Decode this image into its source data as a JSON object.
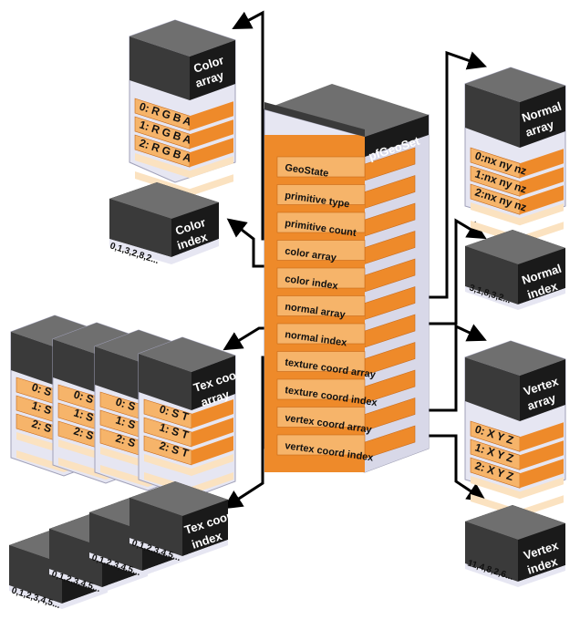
{
  "colors": {
    "orange": "#ee8a2a",
    "orange_light": "#f6b46a",
    "orange_pale": "#fbe2c0",
    "top_gray": "#6f6f6f",
    "top_dark": "#3a3a3a",
    "side_black": "#1a1a1a",
    "glass": "#e6e6f2",
    "glass_dark": "#c9c9dc",
    "wire": "#000000"
  },
  "pfgeoset": {
    "title": "pfGeoSet",
    "fields": [
      "GeoState",
      "primitive type",
      "primitive count",
      "color array",
      "color index",
      "normal array",
      "normal index",
      "texture coord array",
      "texture coord index",
      "vertex coord array",
      "vertex coord index"
    ]
  },
  "color_array": {
    "title_line1": "Color",
    "title_line2": "array",
    "rows": [
      "0: R G B A",
      "1: R G B A",
      "2: R G B A"
    ]
  },
  "color_index": {
    "title_line1": "Color",
    "title_line2": "index",
    "values": "0,1,3,2,8,2..."
  },
  "normal_array": {
    "title_line1": "Normal",
    "title_line2": "array",
    "rows": [
      "0:nx ny nz",
      "1:nx ny nz",
      "2:nx ny nz"
    ]
  },
  "normal_index": {
    "title_line1": "Normal",
    "title_line2": "index",
    "values": "3,1,8,3,2..."
  },
  "vertex_array": {
    "title_line1": "Vertex",
    "title_line2": "array",
    "rows": [
      "0: X Y Z",
      "1: X Y Z",
      "2: X Y Z"
    ]
  },
  "vertex_index": {
    "title_line1": "Vertex",
    "title_line2": "index",
    "values": "11,4,8,2,6..."
  },
  "tex_coord_array": {
    "title_line1": "Tex coord",
    "title_line2": "array",
    "rows_front": [
      "0: S T",
      "1: S T",
      "2: S T"
    ],
    "rows_mid": [
      "0: S T",
      "1: S T",
      "2: S T"
    ],
    "rows_back": [
      "0: S",
      "1: S",
      "2: S"
    ]
  },
  "tex_coord_index": {
    "title_line1": "Tex coord",
    "title_line2": "index",
    "values_front": "0,1,2,3,4,5...",
    "values_stack": [
      "0,1,2,3,4,5...",
      "0,1,2,3,4,5...",
      "0,1,2,3,4,5..."
    ]
  }
}
